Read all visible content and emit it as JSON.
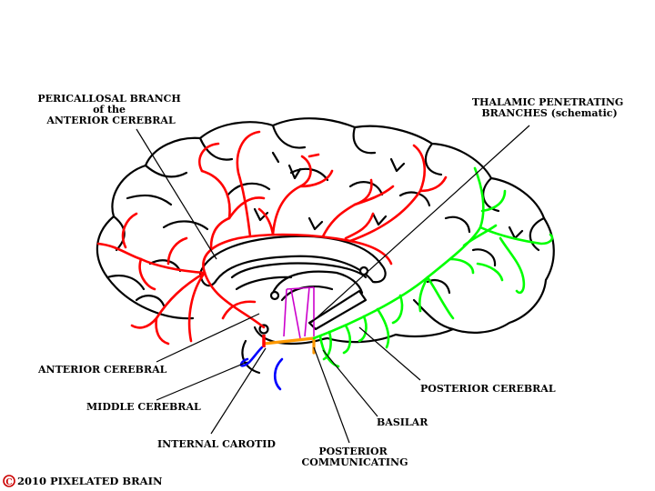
{
  "labels": {
    "pericallosal": [
      "PERICALLOSAL BRANCH",
      "of the",
      "ANTERIOR CEREBRAL"
    ],
    "thalamic": [
      "THALAMIC PENETRATING",
      "BRANCHES (schematic)"
    ],
    "anterior_cerebral": "ANTERIOR CEREBRAL",
    "middle_cerebral": "MIDDLE CEREBRAL",
    "internal_carotid": "INTERNAL CAROTID",
    "posterior_communicating": [
      "POSTERIOR",
      "COMMUNICATING"
    ],
    "basilar": "BASILAR",
    "posterior_cerebral": "POSTERIOR CEREBRAL"
  },
  "copyright": {
    "symbol": "C",
    "text": "2010  PIXELATED BRAIN"
  },
  "colors": {
    "anterior_cerebral": "#ff0000",
    "middle_cerebral": "#0000ff",
    "posterior_cerebral": "#00ff00",
    "basilar": "#ff9900",
    "thalamic": "#cc00cc",
    "outline": "#000000",
    "copyright_symbol": "#cc0000"
  }
}
